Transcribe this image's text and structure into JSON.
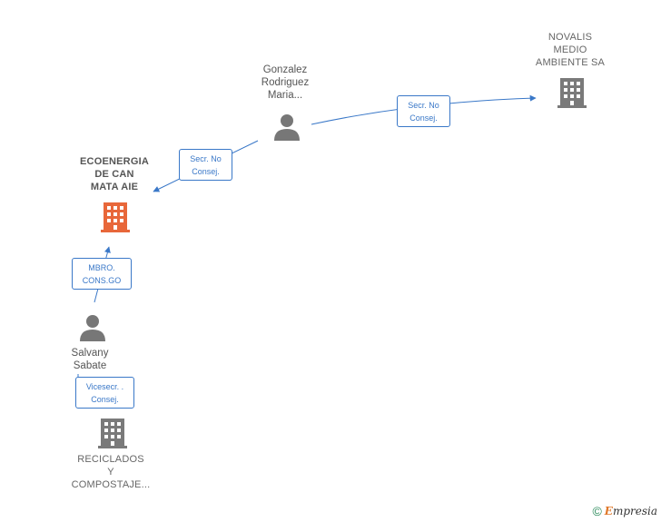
{
  "colors": {
    "edge": "#3a78c8",
    "focus_company": "#e8673a",
    "company": "#7a7a7a",
    "person": "#777777"
  },
  "nodes": {
    "novalis": {
      "lines": [
        "NOVALIS",
        "MEDIO",
        "AMBIENTE SA"
      ],
      "icon": "building-icon"
    },
    "gonzalez": {
      "lines": [
        "Gonzalez",
        "Rodriguez",
        "Maria..."
      ],
      "icon": "person-icon"
    },
    "ecoenergia": {
      "lines": [
        "ECOENERGIA",
        "DE CAN",
        "MATA AIE"
      ],
      "icon": "building-icon"
    },
    "salvany": {
      "lines": [
        "Salvany",
        "Sabate"
      ],
      "icon": "person-icon"
    },
    "reciclados": {
      "lines": [
        "RECICLADOS",
        "Y",
        "COMPOSTAJE..."
      ],
      "icon": "building-icon"
    }
  },
  "edges": {
    "gonzalez_novalis": {
      "lines": [
        "Secr.  No",
        "Consej."
      ]
    },
    "gonzalez_ecoenergia": {
      "lines": [
        "Secr.  No",
        "Consej."
      ]
    },
    "salvany_ecoenergia": {
      "lines": [
        "MBRO.",
        "CONS.GO"
      ]
    },
    "salvany_reciclados": {
      "lines": [
        "Vicesecr. .",
        "Consej."
      ]
    }
  },
  "footer": {
    "copyright": "©",
    "brand_first": "E",
    "brand_rest": "mpresia"
  }
}
